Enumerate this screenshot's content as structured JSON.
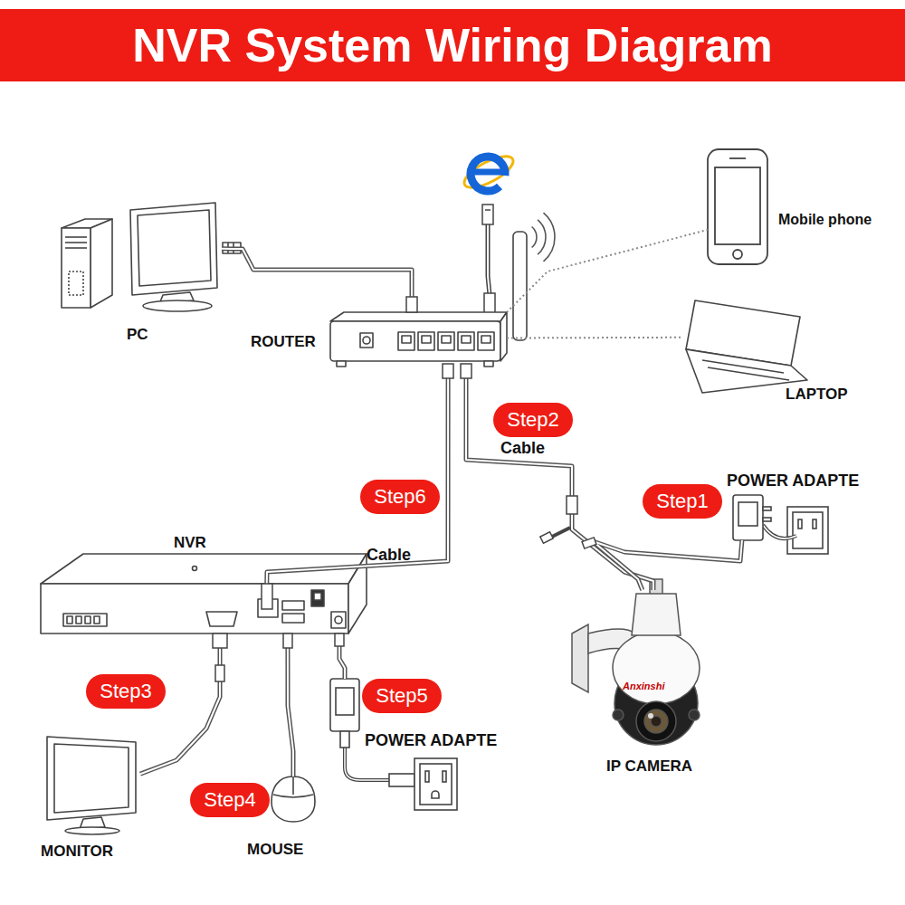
{
  "diagram": {
    "title": "NVR System Wiring Diagram",
    "nodes": [
      {
        "text": [
          "PC"
        ]
      },
      {
        "text": [
          "ROUTER"
        ]
      },
      {
        "text": [
          "Mobile phone"
        ]
      },
      {
        "text": [
          "LAPTOP"
        ]
      },
      {
        "text": [
          "Step2"
        ]
      },
      {
        "text": [
          "Step6"
        ]
      },
      {
        "text": [
          "POWER ADAPTE"
        ]
      },
      {
        "text": [
          "Step1"
        ]
      },
      {
        "text": [
          "NVR"
        ]
      },
      {
        "text": [
          "Step3"
        ]
      },
      {
        "text": [
          "Step5"
        ]
      },
      {
        "text": [
          "POWER ADAPTE"
        ]
      },
      {
        "text": [
          "IP CAMERA"
        ]
      },
      {
        "text": [
          "Step4"
        ]
      },
      {
        "text": [
          "MONITOR"
        ]
      },
      {
        "text": [
          "MOUSE"
        ]
      }
    ],
    "edges": [
      {
        "from": 0,
        "to": 1,
        "arrow": "none"
      },
      {
        "from": 1,
        "to": 2,
        "arrow": "none"
      },
      {
        "from": 1,
        "to": 3,
        "arrow": "none"
      },
      {
        "from": 8,
        "to": 1,
        "label": "Cable",
        "arrow": "none"
      },
      {
        "from": 1,
        "to": 12,
        "label": "Cable",
        "arrow": "none"
      },
      {
        "from": 6,
        "to": 12,
        "arrow": "none"
      },
      {
        "from": 8,
        "to": 14,
        "arrow": "none"
      },
      {
        "from": 8,
        "to": 15,
        "arrow": "none"
      },
      {
        "from": 8,
        "to": 11,
        "arrow": "none"
      }
    ],
    "labels": [
      "Anxinshi"
    ]
  }
}
